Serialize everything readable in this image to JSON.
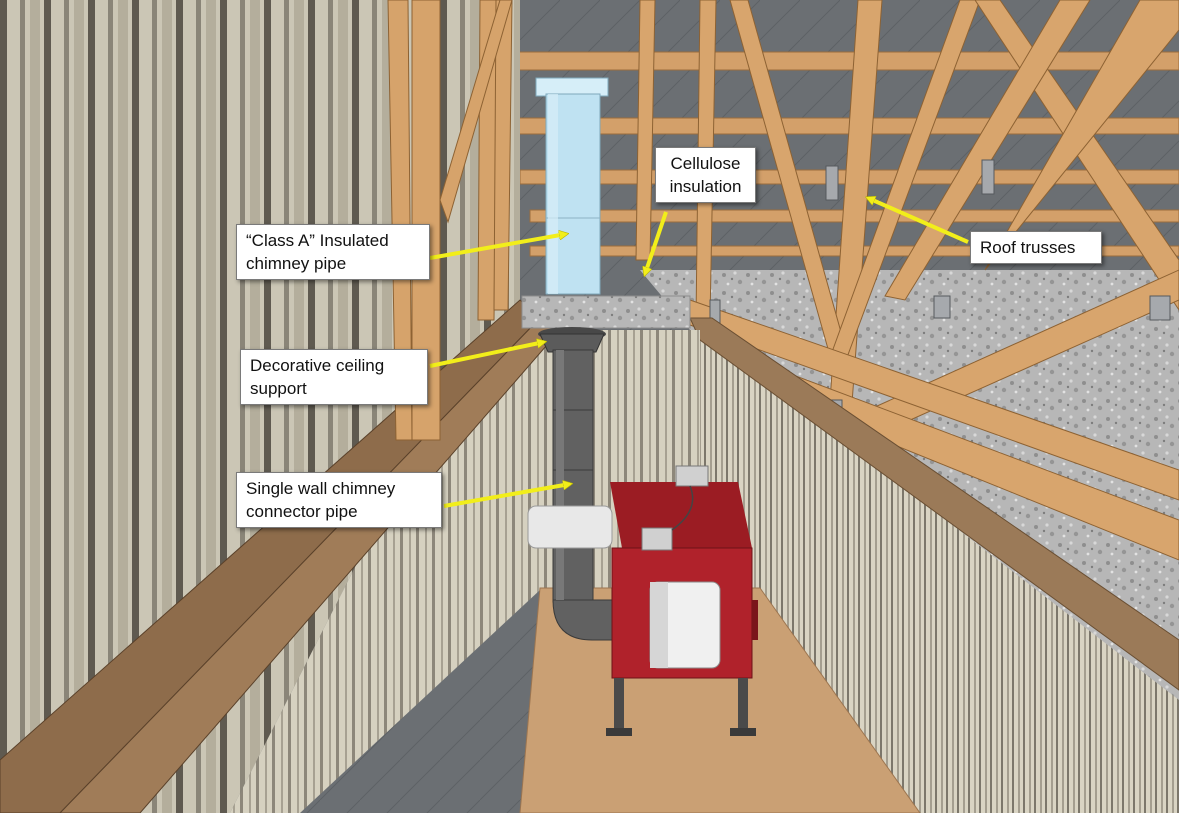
{
  "labels": {
    "cellulose": {
      "line1": "Cellulose",
      "line2": "insulation"
    },
    "class_a": {
      "line1": "“Class A” Insulated",
      "line2": "chimney pipe"
    },
    "roof_trusses": {
      "line1": "Roof trusses"
    },
    "ceiling_support": {
      "line1": "Decorative ceiling",
      "line2": "support"
    },
    "connector_pipe": {
      "line1": "Single wall chimney",
      "line2": "connector pipe"
    }
  },
  "colors": {
    "arrow": "#f2ee1a",
    "stove": "#b0222b",
    "chimney_pipe": "#bfe2f2",
    "connector_pipe": "#5e5e5e",
    "truss_wood": "#d5a36e",
    "plywood_floor": "#caa074",
    "insulation": "#b9b9b9"
  },
  "icons": {
    "stove": "wood-stove-icon",
    "arrow": "yellow-arrow-icon"
  }
}
